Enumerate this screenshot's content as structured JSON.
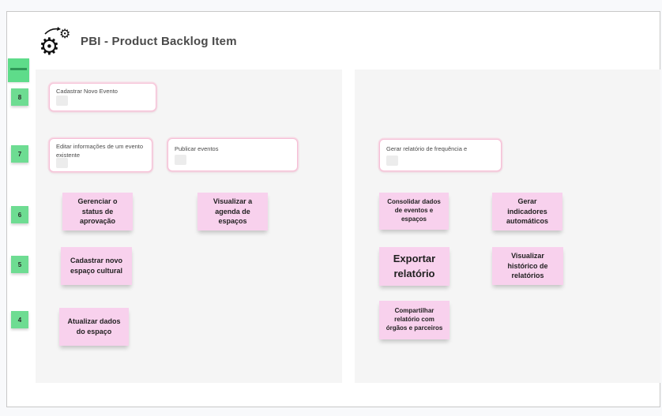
{
  "header": {
    "title": "PBI - Product Backlog Item",
    "icon": "gears-icon"
  },
  "markers": {
    "numbers": [
      "8",
      "7",
      "6",
      "5",
      "4"
    ]
  },
  "panels": {
    "left": {
      "cards": [
        {
          "text": "Cadastrar Novo Evento"
        },
        {
          "text": "Editar informações de um evento existente"
        },
        {
          "text": "Publicar eventos"
        }
      ],
      "stickies": [
        {
          "text": "Gerenciar o status de aprovação"
        },
        {
          "text": "Visualizar a agenda de espaços"
        },
        {
          "text": "Cadastrar novo espaço cultural"
        },
        {
          "text": "Atualizar dados do espaço"
        }
      ]
    },
    "right": {
      "cards": [
        {
          "text": "Gerar relatório de frequência e"
        }
      ],
      "stickies": [
        {
          "text": "Consolidar dados de eventos e espaços"
        },
        {
          "text": "Gerar indicadores automáticos"
        },
        {
          "text": "Exportar relatório"
        },
        {
          "text": "Visualizar histórico de relatórios"
        },
        {
          "text": "Compartilhar relatório com órgãos e parceiros"
        }
      ]
    }
  },
  "colors": {
    "sticky_pink": "#f8d1ed",
    "card_border_pink": "#f6bed6",
    "marker_green": "#6edc92",
    "frame_marker_green": "#5edc8a",
    "panel_gray": "#f5f5f5",
    "title_gray": "#4a4a4a"
  }
}
